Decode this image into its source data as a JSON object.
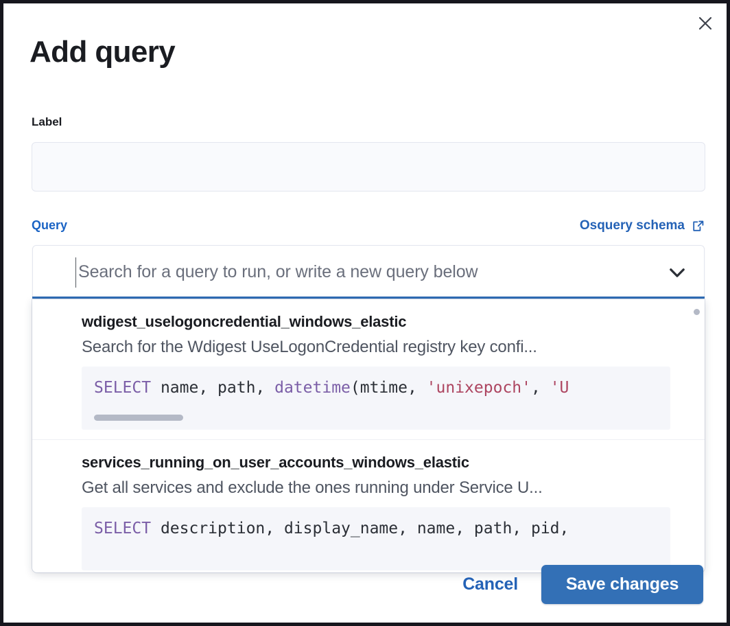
{
  "modal": {
    "title": "Add query",
    "close_icon": "close-icon"
  },
  "label_field": {
    "label": "Label",
    "value": "",
    "placeholder": ""
  },
  "query_section": {
    "label": "Query",
    "schema_link": "Osquery schema",
    "schema_link_icon": "external-link-icon",
    "combobox": {
      "value": "",
      "placeholder": "Search for a query to run, or write a new query below",
      "chevron_icon": "chevron-down-icon"
    }
  },
  "dropdown": {
    "items": [
      {
        "title": "wdigest_uselogoncredential_windows_elastic",
        "description": "Search for the Wdigest UseLogonCredential registry key confi...",
        "code_tokens": [
          {
            "t": "SELECT",
            "k": "kw"
          },
          {
            "t": " name, path, ",
            "k": "plain"
          },
          {
            "t": "datetime",
            "k": "fn"
          },
          {
            "t": "(mtime, ",
            "k": "plain"
          },
          {
            "t": "'unixepoch'",
            "k": "str"
          },
          {
            "t": ", ",
            "k": "plain"
          },
          {
            "t": "'U",
            "k": "str"
          }
        ]
      },
      {
        "title": "services_running_on_user_accounts_windows_elastic",
        "description": "Get all services and exclude the ones running under Service U...",
        "code_tokens": [
          {
            "t": "SELECT",
            "k": "kw"
          },
          {
            "t": " description, display_name, name, path, pid,",
            "k": "plain"
          }
        ]
      }
    ]
  },
  "footer": {
    "cancel_label": "Cancel",
    "save_label": "Save changes"
  },
  "colors": {
    "accent_blue": "#2462b6",
    "button_blue": "#3370b6",
    "focus_underline": "#2f6cb5",
    "keyword_purple": "#7b5ea7",
    "string_red": "#ad4560",
    "title_dark": "#1a1c21"
  }
}
